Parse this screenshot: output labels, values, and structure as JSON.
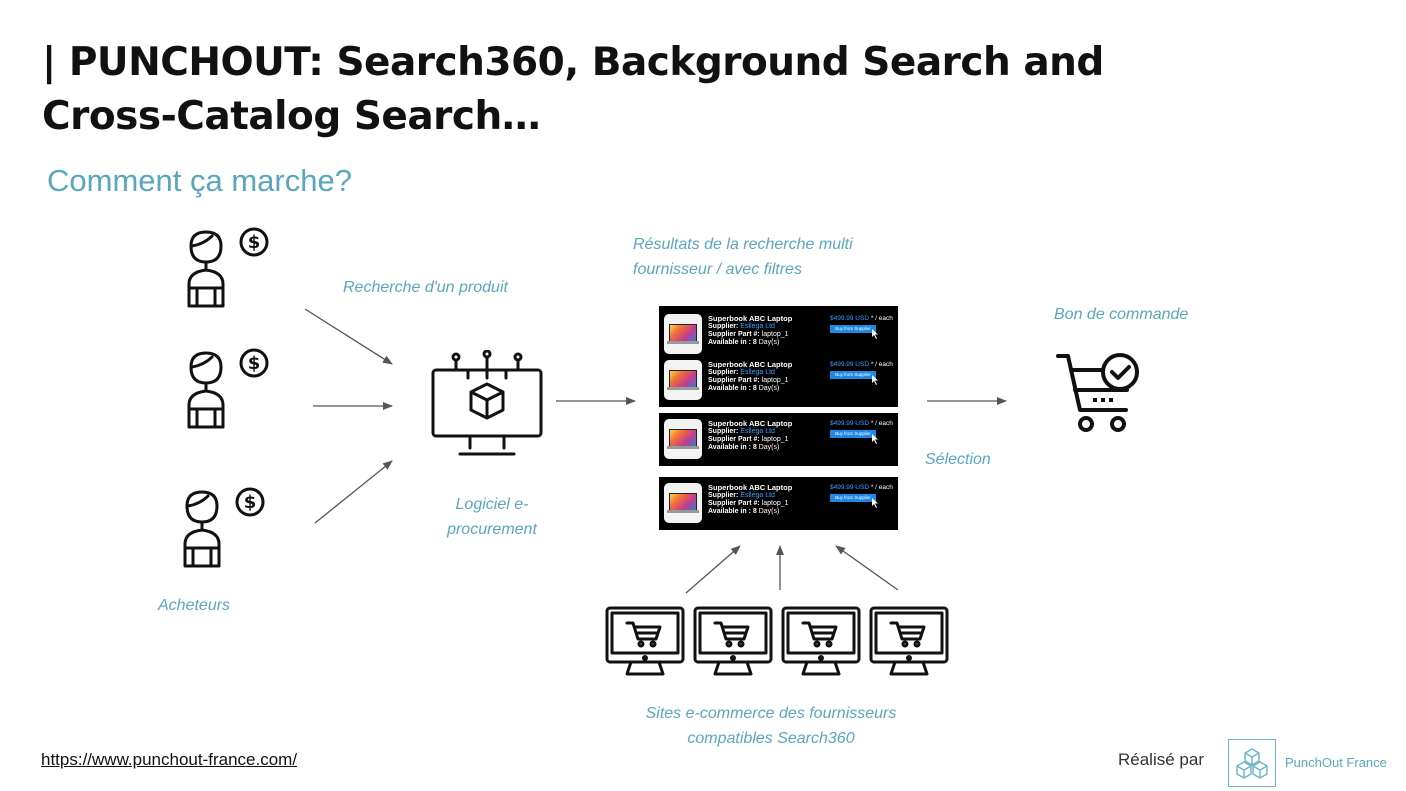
{
  "header": {
    "title_line1": "| PUNCHOUT: Search360, Background Search and",
    "title_line2": "Cross-Catalog Search…",
    "subtitle": "Comment ça marche?"
  },
  "captions": {
    "search_product": "Recherche d'un produit",
    "software_line1": "Logiciel e-",
    "software_line2": "procurement",
    "buyers": "Acheteurs",
    "results_line1": "Résultats de la recherche multi",
    "results_line2": "fournisseur / avec filtres",
    "purchase_order": "Bon de commande",
    "selection": "Sélection",
    "sites_line1": "Sites e-commerce des fournisseurs",
    "sites_line2": "compatibles Search360"
  },
  "products": [
    {
      "name": "Superbook ABC Laptop",
      "supplier_label": "Supplier:",
      "supplier": "Esllega Ltd",
      "part_label": "Supplier Part #:",
      "part": "laptop_1",
      "avail_label": "Available in :",
      "avail_num": "8",
      "avail_unit": "Day(s)",
      "price": "$499.99 USD",
      "each": " * / each",
      "buy": "Buy from Supplier"
    },
    {
      "name": "Superbook ABC Laptop",
      "supplier_label": "Supplier:",
      "supplier": "Esllega Ltd",
      "part_label": "Supplier Part #:",
      "part": "laptop_1",
      "avail_label": "Available in :",
      "avail_num": "8",
      "avail_unit": "Day(s)",
      "price": "$499.99 USD",
      "each": " * / each",
      "buy": "Buy from Supplier"
    },
    {
      "name": "Superbook ABC Laptop",
      "supplier_label": "Supplier:",
      "supplier": "Esllega Ltd",
      "part_label": "Supplier Part #:",
      "part": "laptop_1",
      "avail_label": "Available in :",
      "avail_num": "8",
      "avail_unit": "Day(s)",
      "price": "$499.99 USD",
      "each": " * / each",
      "buy": "Buy from Supplier"
    },
    {
      "name": "Superbook ABC Laptop",
      "supplier_label": "Supplier:",
      "supplier": "Esllega Ltd",
      "part_label": "Supplier Part #:",
      "part": "laptop_1",
      "avail_label": "Available in :",
      "avail_num": "8",
      "avail_unit": "Day(s)",
      "price": "$499.99 USD",
      "each": " * / each",
      "buy": "Buy from Supplier"
    }
  ],
  "icons": {
    "buyer": "buyer-with-dollar-icon",
    "software": "e-procurement-monitor-icon",
    "cart": "shopping-cart-check-icon",
    "store": "ecommerce-monitor-icon",
    "logo": "cubes-logo-icon"
  },
  "footer": {
    "url": "https://www.punchout-france.com/",
    "credit": "Réalisé par",
    "brand": "PunchOut France"
  },
  "colors": {
    "accent": "#5aa6bd",
    "title": "#111111",
    "panel": "#000000",
    "link_blue": "#29a6ff"
  }
}
